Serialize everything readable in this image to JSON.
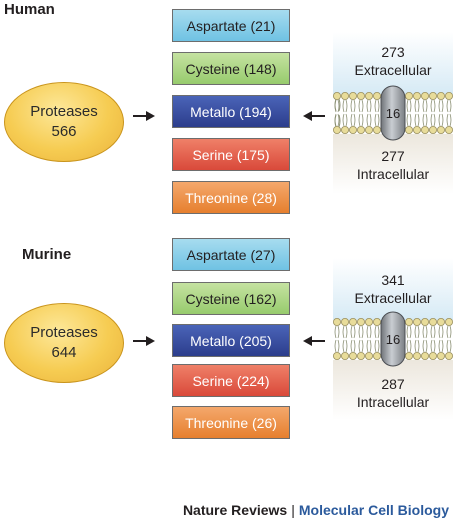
{
  "sections": [
    {
      "title": "Human",
      "proteases_label": "Proteases",
      "proteases_count": "566",
      "classes": [
        {
          "label": "Aspartate (21)",
          "color": "#8fd0ea"
        },
        {
          "label": "Cysteine (148)",
          "color": "#b2d88a"
        },
        {
          "label": "Metallo (194)",
          "color": "#34479a"
        },
        {
          "label": "Serine (175)",
          "color": "#e35c48"
        },
        {
          "label": "Threonine (28)",
          "color": "#ee9348"
        }
      ],
      "extracellular_count": "273",
      "extracellular_label": "Extracellular",
      "transmembrane_count": "16",
      "intracellular_count": "277",
      "intracellular_label": "Intracellular"
    },
    {
      "title": "Murine",
      "proteases_label": "Proteases",
      "proteases_count": "644",
      "classes": [
        {
          "label": "Aspartate (27)",
          "color": "#8fd0ea"
        },
        {
          "label": "Cysteine (162)",
          "color": "#b2d88a"
        },
        {
          "label": "Metallo (205)",
          "color": "#34479a"
        },
        {
          "label": "Serine (224)",
          "color": "#e35c48"
        },
        {
          "label": "Threonine (26)",
          "color": "#ee9348"
        }
      ],
      "extracellular_count": "341",
      "extracellular_label": "Extracellular",
      "transmembrane_count": "16",
      "intracellular_count": "287",
      "intracellular_label": "Intracellular"
    }
  ],
  "footer": {
    "journal": "Nature Reviews",
    "separator": "|",
    "subject": "Molecular Cell Biology"
  }
}
